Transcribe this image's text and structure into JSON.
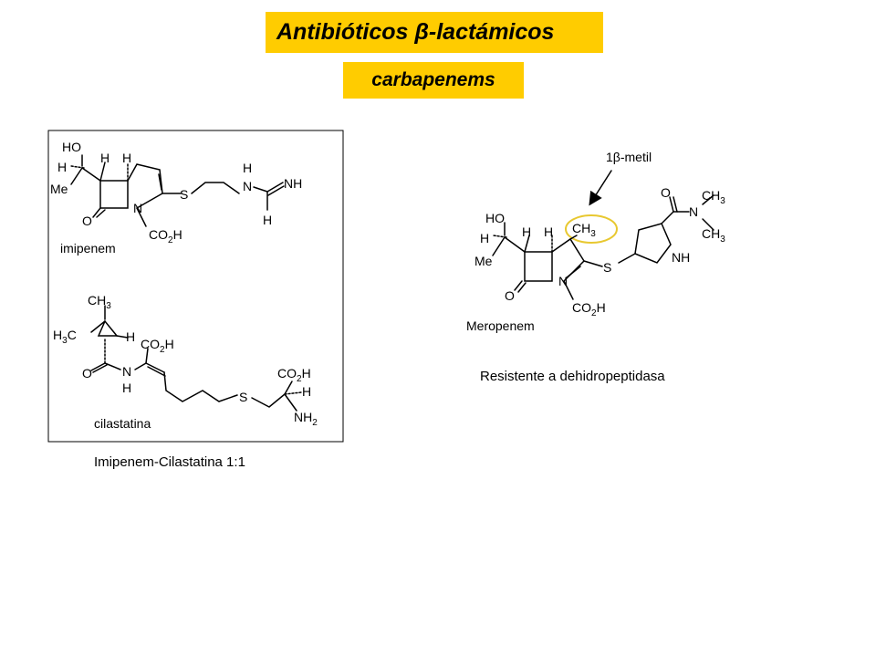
{
  "header": {
    "title": "Antibióticos β-lactámicos",
    "subtitle": "carbapenems"
  },
  "left_panel": {
    "imipenem": {
      "name": "imipenem",
      "atoms": {
        "ho": "HO",
        "h": "H",
        "me": "Me",
        "o": "O",
        "n": "N",
        "s": "S",
        "nh": "NH",
        "co2h_main": "CO",
        "co2h_sub": "2",
        "co2h_tail": "H"
      }
    },
    "cilastatina": {
      "name": "cilastatina",
      "atoms": {
        "ch3_main": "CH",
        "ch3_sub": "3",
        "h3c_h": "H",
        "h3c_sub": "3",
        "h3c_c": "C",
        "h": "H",
        "o": "O",
        "n": "N",
        "s": "S",
        "co2h_main": "CO",
        "co2h_sub": "2",
        "co2h_tail": "H",
        "nh2_main": "NH",
        "nh2_sub": "2"
      }
    },
    "caption": "Imipenem-Cilastatina 1:1"
  },
  "right_panel": {
    "meropenem": {
      "name": "Meropenem",
      "annotation_prefix": "1",
      "annotation_greek": "β",
      "annotation_suffix": "-metil",
      "atoms": {
        "ho": "HO",
        "h": "H",
        "me": "Me",
        "o": "O",
        "n": "N",
        "s": "S",
        "nh": "NH",
        "ch3_main": "CH",
        "ch3_sub": "3",
        "co2h_main": "CO",
        "co2h_sub": "2",
        "co2h_tail": "H"
      }
    },
    "caption": "Resistente a dehidropeptidasa"
  },
  "colors": {
    "banner": "#ffcc00",
    "highlight": "#e8c830",
    "line": "#000000"
  }
}
